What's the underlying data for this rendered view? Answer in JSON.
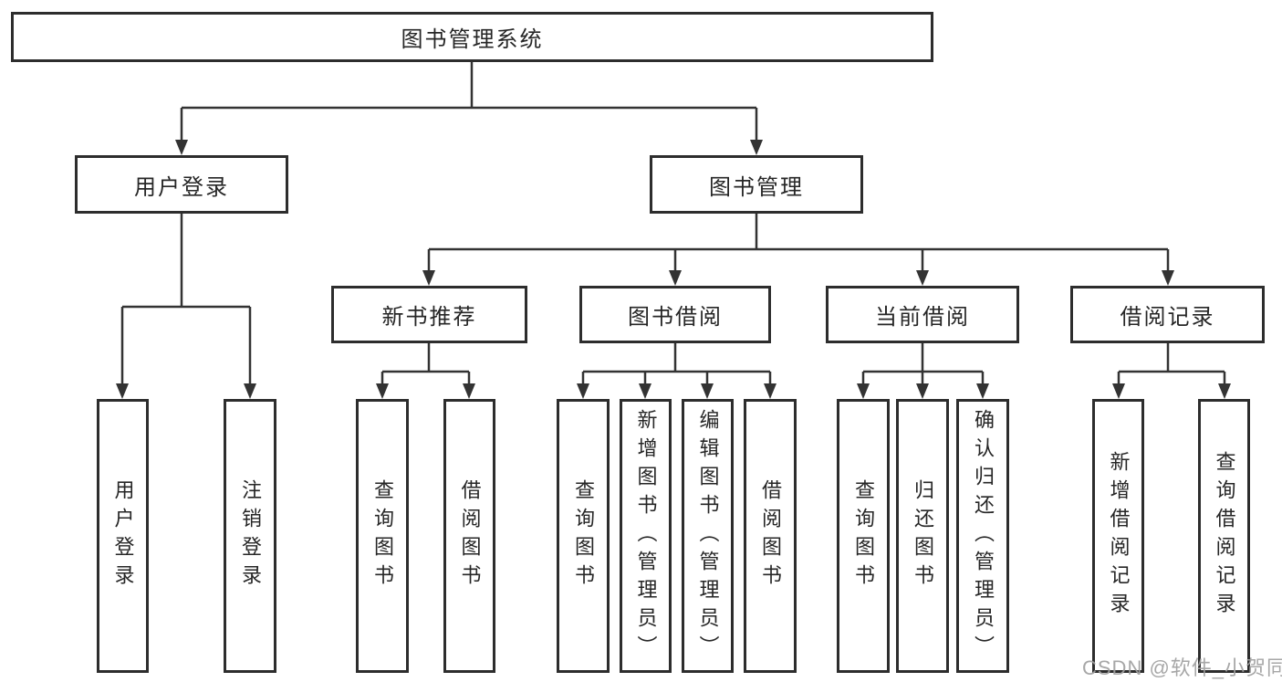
{
  "diagram": {
    "root": {
      "label": "图书管理系统"
    },
    "branches": [
      {
        "label": "用户登录",
        "children": [
          {
            "label": "用户登录"
          },
          {
            "label": "注销登录"
          }
        ]
      },
      {
        "label": "图书管理",
        "children": [
          {
            "label": "新书推荐",
            "children": [
              {
                "label": "查询图书"
              },
              {
                "label": "借阅图书"
              }
            ]
          },
          {
            "label": "图书借阅",
            "children": [
              {
                "label": "查询图书"
              },
              {
                "label": "新增图书（管理员）"
              },
              {
                "label": "编辑图书（管理员）"
              },
              {
                "label": "借阅图书"
              }
            ]
          },
          {
            "label": "当前借阅",
            "children": [
              {
                "label": "查询图书"
              },
              {
                "label": "归还图书"
              },
              {
                "label": "确认归还（管理员）"
              }
            ]
          },
          {
            "label": "借阅记录",
            "children": [
              {
                "label": "新增借阅记录"
              },
              {
                "label": "查询借阅记录"
              }
            ]
          }
        ]
      }
    ],
    "watermark": "CSDN @软件_小贺同学",
    "colors": {
      "line": "#333333",
      "box_border": "#2d2d2d",
      "text": "#262626",
      "watermark": "#a0a0a0",
      "background": "#ffffff"
    }
  }
}
